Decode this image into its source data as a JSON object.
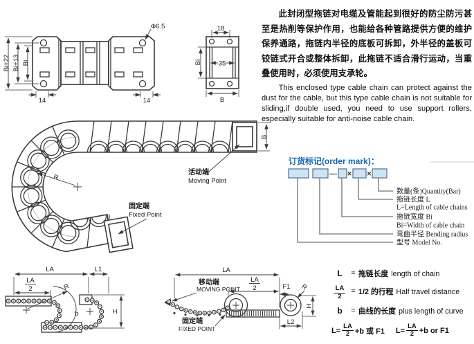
{
  "description": {
    "zh": "此封闭型拖链对电缆及管能起到很好的防尘防污甚至是热削等保护作用，也能给各种管路提供方便的维护保养通路，拖链内半径的底板可拆卸，外半径的盖板可铰链式开合或整体拆卸，此拖链不适合滑行运动，当重叠使用时，必须使用支承轮。",
    "en": "This enclosed type cable chain can protect against the dust for the cable, but this type cable chain is not suitable for sliding,if double used, you need to use support rollers, especially suitable for anti-noise cable chain."
  },
  "top_view": {
    "hole_dia": "Φ6.5",
    "height_outer": "Bi+22",
    "height_mid": "Bi+13",
    "height_inner": "Bi",
    "pitch_left": "14",
    "pitch_right": "14"
  },
  "end_view": {
    "hole_span": "18",
    "inner_height": "Bi",
    "inner_width": "35",
    "outer_width": "B"
  },
  "bend_view": {
    "radius": "R",
    "width": "B",
    "moving_zh": "活动端",
    "moving_en": "Moving Point",
    "fixed_zh": "固定端",
    "fixed_en": "Fixed Point"
  },
  "order_mark": {
    "title": "订货标记(order mark)：",
    "separators": [
      "—",
      "×",
      "×"
    ],
    "labels": [
      "数量(条)Quantity(Bar)",
      "拖链长度 L",
      "L=Length of cable chains",
      "拖链宽度 Bi",
      "Bi=Width of cable chain",
      "弯曲半径 Bending radius",
      "型号 Model No."
    ]
  },
  "travel_view": {
    "la": "LA",
    "l1": "L1",
    "frac_num": "LA",
    "frac_den": "2",
    "radius": "R",
    "curve": "b",
    "height": "H"
  },
  "long_travel_view": {
    "la": "LA",
    "frac_num": "LA",
    "frac_den": "2",
    "f1": "F1",
    "radius": "R",
    "height": "H",
    "l2": "L2",
    "moving_zh": "移动端",
    "moving_en": "MOVING POINT",
    "fixed_zh": "固定端",
    "fixed_en": "FIXED POINT"
  },
  "formulas": {
    "l_term": "L",
    "l_eq": "=",
    "l_zh": "拖链长度",
    "l_en": "length of chain",
    "la_num": "LA",
    "la_den": "2",
    "la_eq": "=",
    "la_zh": "1/2 的行程",
    "la_en": "Half travel distance",
    "b_term": "b",
    "b_eq": "=",
    "b_zh": "曲线的长度",
    "b_en": "plus length of curve",
    "eq1_pre": "L=",
    "eq1_num": "LA",
    "eq1_den": "2",
    "eq1_post": "+b 或 F1",
    "eq2_pre": "L=",
    "eq2_num": "LA",
    "eq2_den": "2",
    "eq2_post": "+b or F1"
  }
}
